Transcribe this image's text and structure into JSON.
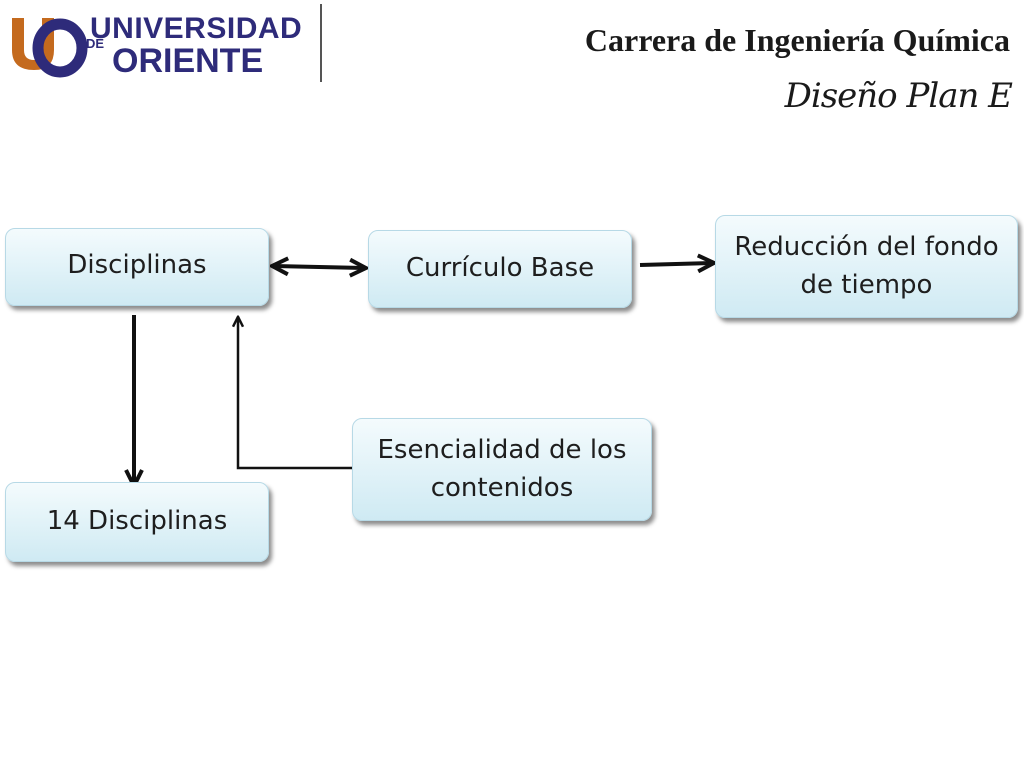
{
  "header": {
    "logo": {
      "line1": "UNIVERSIDAD",
      "line2": "DE",
      "line3": "ORIENTE",
      "colors": {
        "blue": "#2e2b7a",
        "orange": "#c46a1e"
      }
    },
    "title": "Carrera de Ingeniería Química",
    "subtitle": "Diseño Plan E"
  },
  "diagram": {
    "nodes": {
      "disciplinas": "Disciplinas",
      "curriculo_base": "Currículo Base",
      "reduccion": "Reducción del fondo de tiempo",
      "esencialidad": "Esencialidad de los contenidos",
      "catorce_disciplinas": "14 Disciplinas"
    },
    "edges": [
      {
        "from": "disciplinas",
        "to": "curriculo_base",
        "direction": "both"
      },
      {
        "from": "curriculo_base",
        "to": "reduccion",
        "direction": "forward"
      },
      {
        "from": "disciplinas",
        "to": "catorce_disciplinas",
        "direction": "forward"
      },
      {
        "from": "esencialidad",
        "to": "disciplinas",
        "direction": "forward"
      }
    ],
    "colors": {
      "box_top": "#f4fbfd",
      "box_bottom": "#cfeaf3",
      "arrow": "#111111"
    }
  }
}
